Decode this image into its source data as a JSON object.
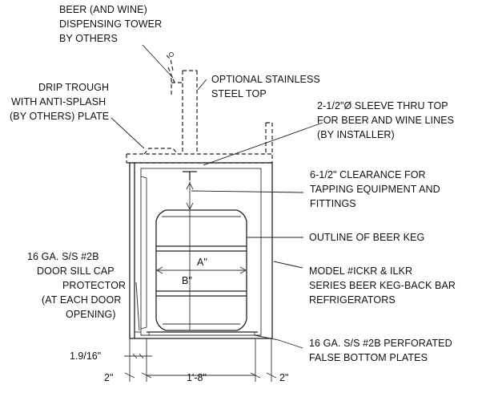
{
  "callouts": {
    "tower": [
      "BEER (AND WINE)",
      "DISPENSING TOWER",
      "BY OTHERS"
    ],
    "drip_trough": [
      "DRIP TROUGH",
      "WITH ANTI-SPLASH",
      "(BY OTHERS) PLATE"
    ],
    "stainless_top": [
      "OPTIONAL STAINLESS",
      "STEEL TOP"
    ],
    "sleeve": [
      "2-1/2\"Ø SLEEVE THRU TOP",
      "FOR BEER AND WINE LINES",
      "(BY INSTALLER)"
    ],
    "clearance": [
      "6-1/2\" CLEARANCE FOR",
      "TAPPING EQUIPMENT AND",
      "FITTINGS"
    ],
    "keg_outline": [
      "OUTLINE OF BEER KEG"
    ],
    "model": [
      "MODEL #ICKR & ILKR",
      "SERIES BEER KEG-BACK BAR",
      "REFRIGERATORS"
    ],
    "sill_cap": [
      "16 GA. S/S #2B",
      "DOOR SILL CAP",
      "PROTECTOR",
      "(AT EACH DOOR",
      "OPENING)"
    ],
    "false_bottom": [
      "16 GA. S/S #2B PERFORATED",
      "FALSE BOTTOM PLATES"
    ]
  },
  "dimensions": {
    "keg_width": "A\"",
    "keg_height": "B\"",
    "sill_offset": "1.9/16\"",
    "left_margin": "2\"",
    "center_width": "1'-8\"",
    "right_margin": "2\""
  }
}
